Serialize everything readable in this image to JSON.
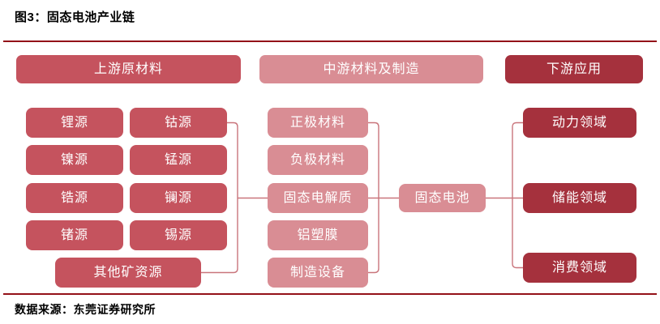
{
  "title": "图3：固态电池产业链",
  "footer": "数据来源：东莞证券研究所",
  "colors": {
    "upstream": "#C5535E",
    "midstream": "#D98D94",
    "downstream": "#A5313D",
    "connector": "#C9757C",
    "rule": "#931118",
    "box_text": "#FFFFFF",
    "title_text": "#000000"
  },
  "diagram": {
    "headers": [
      "上游原材料",
      "中游材料及制造",
      "下游应用"
    ],
    "upstream": [
      "锂源",
      "钴源",
      "镍源",
      "锰源",
      "锆源",
      "镧源",
      "锗源",
      "锡源"
    ],
    "upstream_other": "其他矿资源",
    "midstream": [
      "正极材料",
      "负极材料",
      "固态电解质",
      "铝塑膜",
      "制造设备"
    ],
    "core": "固态电池",
    "downstream": [
      "动力领域",
      "储能领域",
      "消费领域"
    ]
  }
}
